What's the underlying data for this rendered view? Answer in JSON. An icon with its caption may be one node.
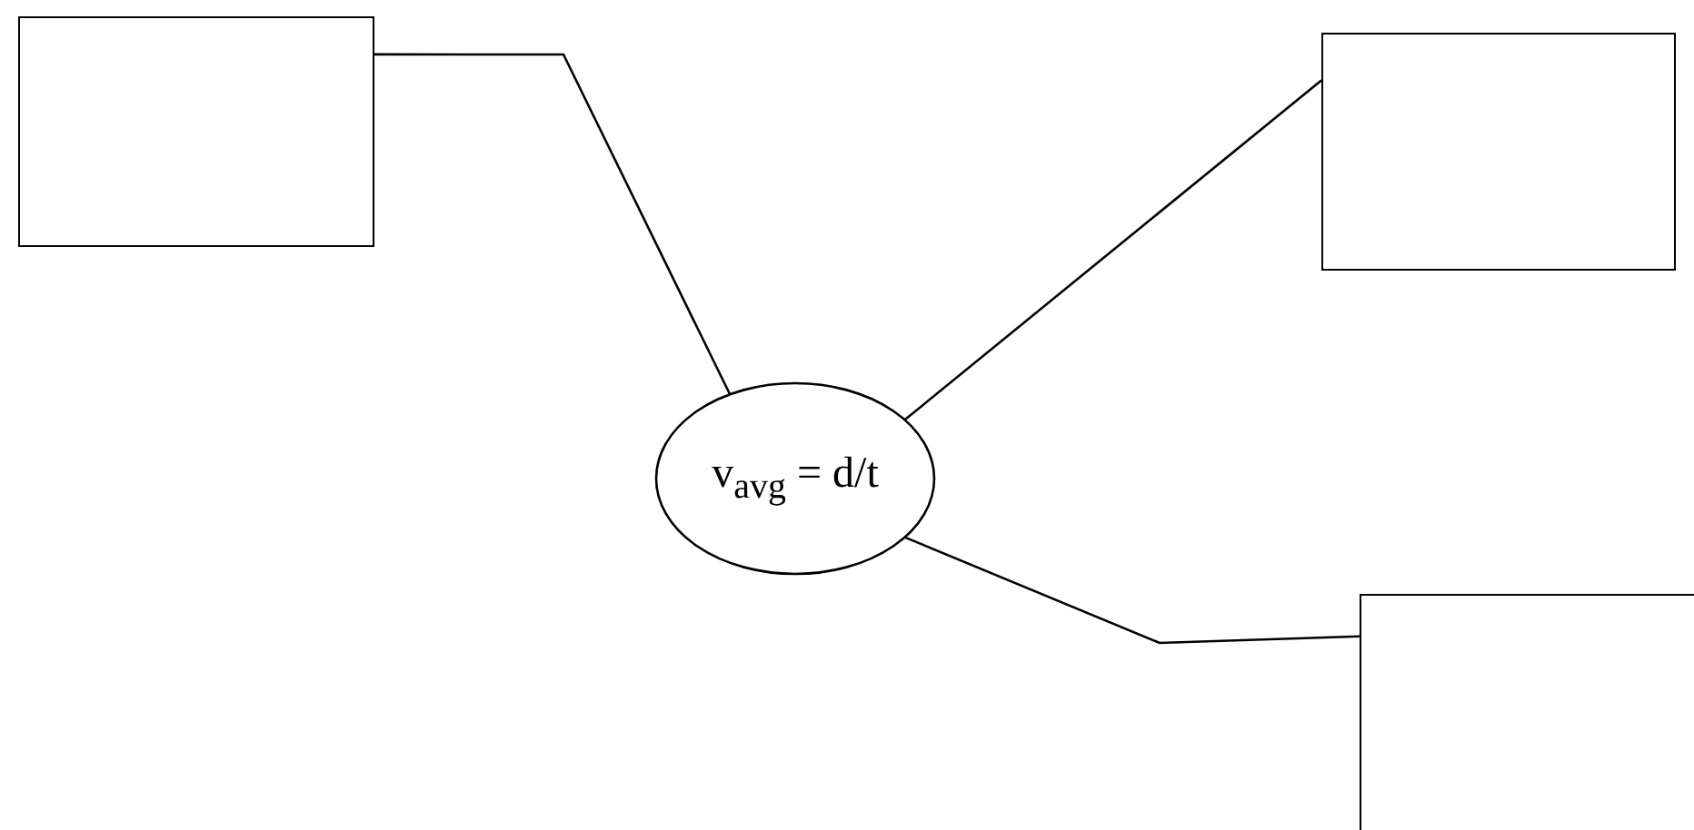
{
  "diagram": {
    "nodes": [
      {
        "text": [],
        "shape": "box"
      },
      {
        "text": [],
        "shape": "box"
      },
      {
        "text": [
          "v$_{avg}$ = d/t"
        ]
      },
      {
        "text": [],
        "shape": "box"
      }
    ],
    "edges": [
      {
        "from": 2,
        "to": 0,
        "arrow": "none"
      },
      {
        "from": 2,
        "to": 1,
        "arrow": "none"
      },
      {
        "from": 2,
        "to": 3,
        "arrow": "none"
      }
    ]
  }
}
